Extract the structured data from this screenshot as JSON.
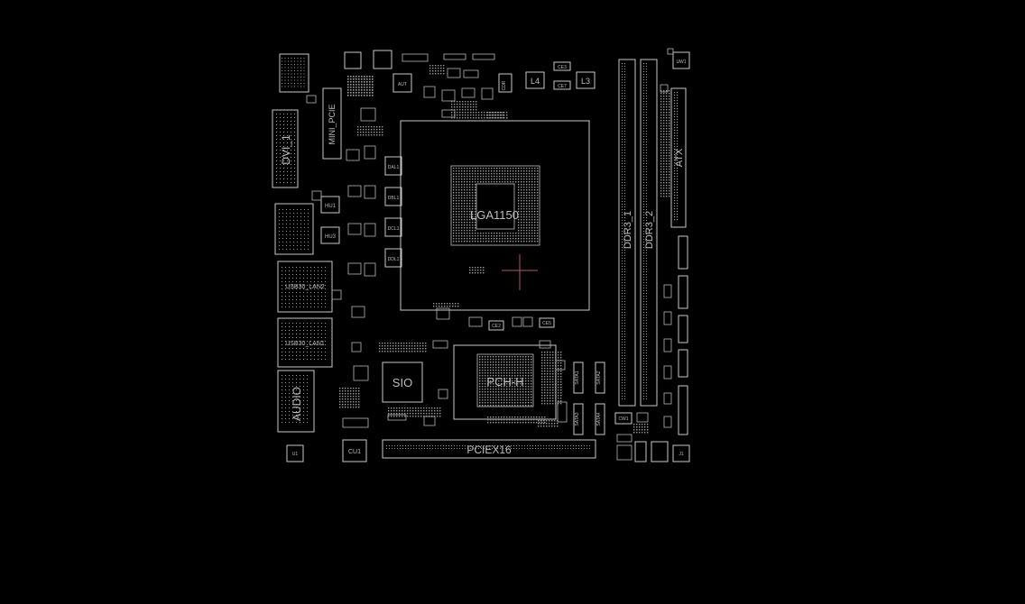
{
  "colors": {
    "background": "#000000",
    "outline": "#c8c8c8",
    "label": "#bdbdbd",
    "dim_label": "#8a8a8a",
    "cursor": "#b05a6a"
  },
  "board": {
    "socket_label": "LGA1150",
    "pch_label": "PCH-H",
    "sio_label": "SIO",
    "pcie_label": "PCIEX16",
    "audio_label": "AUDIO",
    "usb_lan_top_label": "USB30_LAN2",
    "usb_lan_bottom_label": "USB30_LAN1",
    "dvi_label": "DVI_1",
    "minipcie_label": "MINI_PCIE",
    "ddr_a_label": "DDR3_1",
    "ddr_b_label": "DDR3_2",
    "atx_label": "ATX",
    "l4_label": "L4",
    "l3_label": "L3",
    "cu1_label": "CU1",
    "hu1_label": "HU1",
    "hu3_label": "HU3",
    "dal1_label": "DAL1",
    "dbl1_label": "DBL1",
    "dcl1_label": "DCL1",
    "ddl1_label": "DDL1",
    "aut_label": "AUT",
    "cw1_label": "CW1",
    "sata1_label": "SATA1",
    "sata2_label": "SATA2",
    "sata3_label": "SATA3",
    "sata4_label": "SATA4",
    "uw1_label": "UW1",
    "cdr_label": "CDR",
    "ce3_label": "CE3",
    "ce7_label": "CE7",
    "ce5_label": "CE5",
    "ce2_label": "CE2",
    "u_label": "U1",
    "j_label": "J1"
  }
}
